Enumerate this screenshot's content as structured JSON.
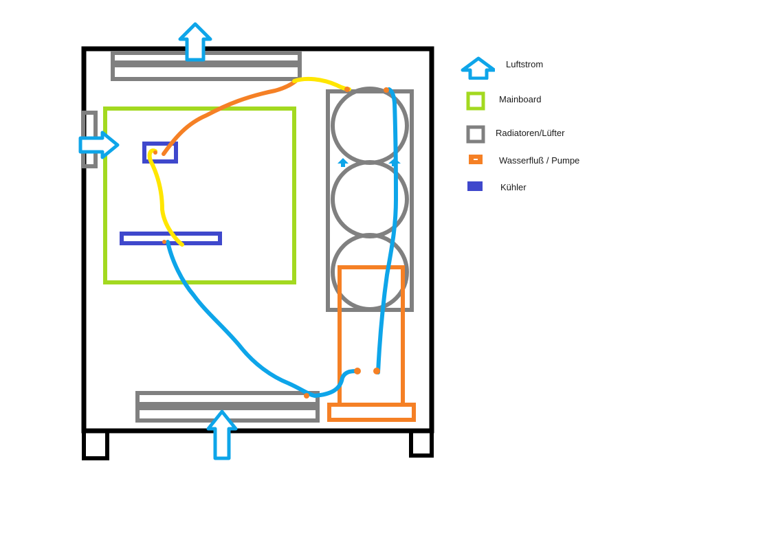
{
  "legend": {
    "items": [
      {
        "label": "Luftstrom",
        "icon": "airflow-arrow-icon",
        "color": "#0ea5e9"
      },
      {
        "label": "Mainboard",
        "icon": "mainboard-square-icon",
        "color": "#a3d920"
      },
      {
        "label": "Radiatoren/Lüfter",
        "icon": "radiator-square-icon",
        "color": "#808080"
      },
      {
        "label": "Wasserfluß / Pumpe",
        "icon": "pump-square-icon",
        "color": "#f58025"
      },
      {
        "label": "Kühler",
        "icon": "cooler-square-icon",
        "color": "#3f48cc"
      }
    ]
  },
  "colors": {
    "case": "#000000",
    "airflow": "#0ea5e9",
    "mainboard": "#a3d920",
    "radiator": "#808080",
    "pump": "#f58025",
    "cooler": "#3f48cc",
    "hot_tube": "#ffe600",
    "warm_tube": "#f58025",
    "cold_tube": "#0ea5e9"
  }
}
